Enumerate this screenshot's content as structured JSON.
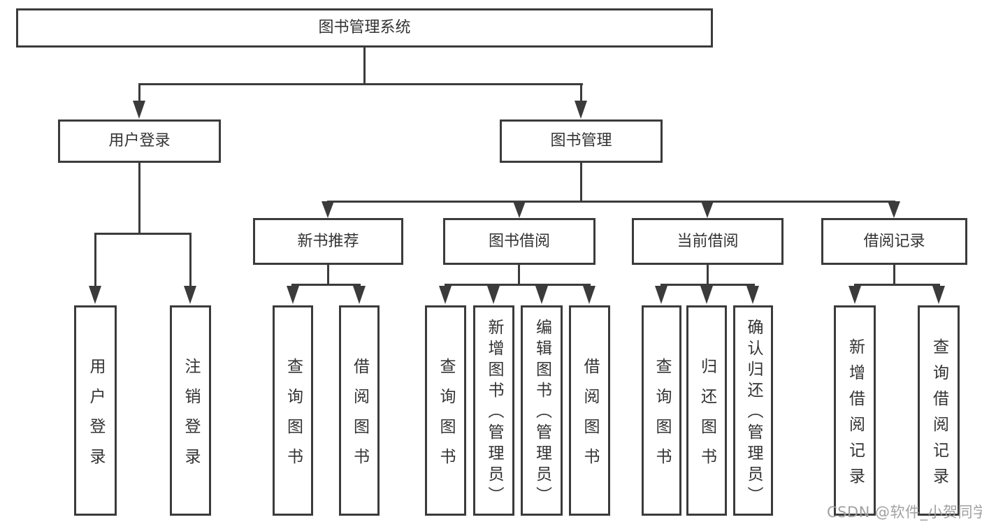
{
  "tree": {
    "root": {
      "label": "图书管理系统"
    },
    "branches": [
      {
        "label": "用户登录",
        "children": [
          {
            "label": "用户登录"
          },
          {
            "label": "注销登录"
          }
        ]
      },
      {
        "label": "图书管理",
        "children": [
          {
            "label": "新书推荐",
            "children": [
              {
                "label": "查询图书"
              },
              {
                "label": "借阅图书"
              }
            ]
          },
          {
            "label": "图书借阅",
            "children": [
              {
                "label": "查询图书"
              },
              {
                "label": "新增图书（管理员）"
              },
              {
                "label": "编辑图书（管理员）"
              },
              {
                "label": "借阅图书"
              }
            ]
          },
          {
            "label": "当前借阅",
            "children": [
              {
                "label": "查询图书"
              },
              {
                "label": "归还图书"
              },
              {
                "label": "确认归还（管理员）"
              }
            ]
          },
          {
            "label": "借阅记录",
            "children": [
              {
                "label": "新增借阅记录"
              },
              {
                "label": "查询借阅记录"
              }
            ]
          }
        ]
      }
    ]
  },
  "watermark": {
    "text": "CSDN @软件_小贺同学"
  },
  "colors": {
    "background": "#ffffff",
    "box_border": "#3b3b3b",
    "connector_line": "#3b3b3b",
    "text": "#333333",
    "watermark": "#9c9c9c"
  }
}
